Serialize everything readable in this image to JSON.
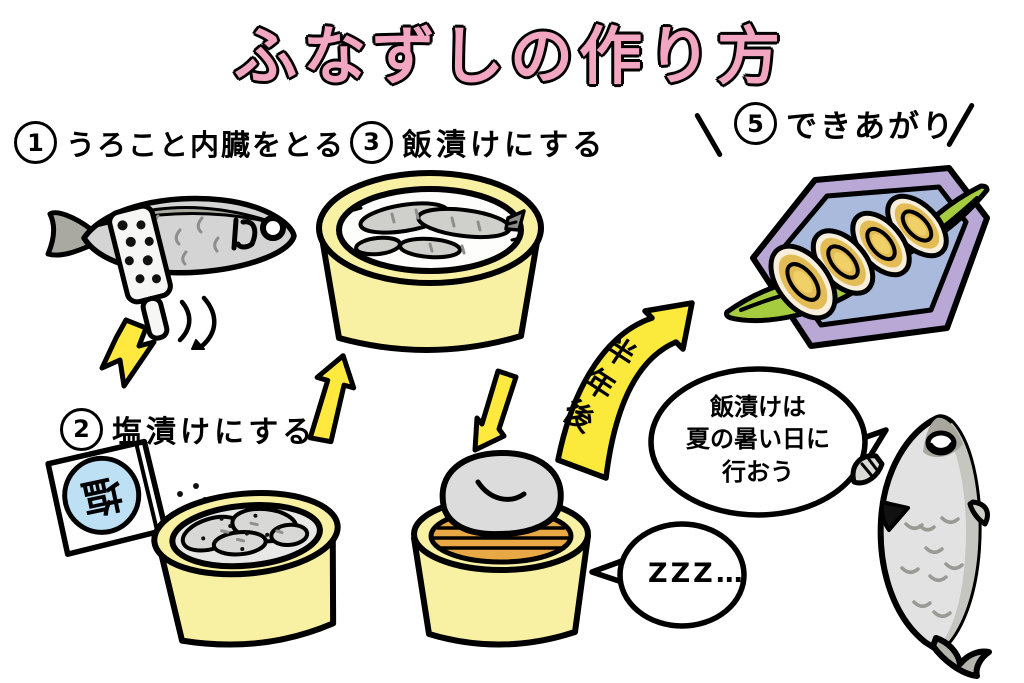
{
  "title": "ふなずしの作り方",
  "steps": [
    {
      "number": "1",
      "label": "うろこと内臓をとる"
    },
    {
      "number": "2",
      "label": "塩漬けにする"
    },
    {
      "number": "3",
      "label": "飯漬けにする"
    },
    {
      "number": "5",
      "label": "できあがり"
    }
  ],
  "half_year_arrow": {
    "label": "半年後"
  },
  "advice_bubble": {
    "text": "飯漬けは\n夏の暑い日に\n行おう"
  },
  "sleep_bubble": {
    "text": "ZZZ…"
  },
  "salt_bag": {
    "label": "塩"
  },
  "colors": {
    "title_pink": "#F2A6C2",
    "tub_yellow": "#F8F0A3",
    "arrow_yellow": "#FFE93E",
    "fish_gray": "#D4D4D4",
    "fish_dark_gray": "#A9A9A1",
    "plate_lavender": "#B9A8D6",
    "plate_inner_blue": "#A9BADC",
    "leaf_green": "#A5CC3F",
    "slice_gold": "#E3BC55",
    "salt_circle_blue": "#BEE0F5",
    "lid_orange": "#E8A845",
    "outline_black": "#000000"
  }
}
